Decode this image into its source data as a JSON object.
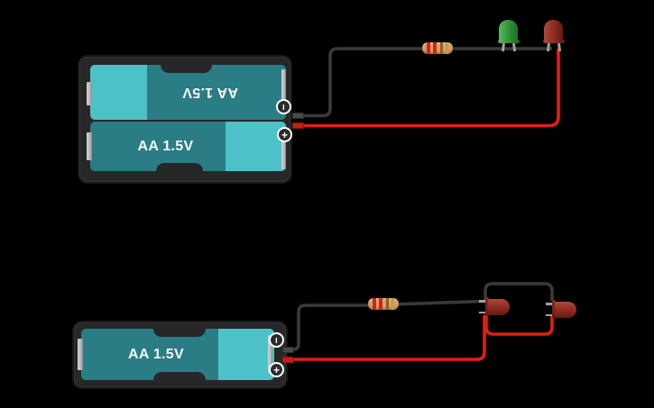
{
  "colors": {
    "canvas_bg": "#000000",
    "holder_body": "#272727",
    "holder_edge": "#171717",
    "battery_teal": "#2a7d85",
    "battery_cap": "#4cc2c8",
    "battery_text": "#f5f5f5",
    "contact_metal": "#bcbcbc",
    "wire_black": "#3a3a3a",
    "wire_red": "#e01f15",
    "lead_gray": "#a0a0a0",
    "resistor_body": "#d5a260",
    "resistor_band_1": "#c7291d",
    "resistor_band_2": "#c7291d",
    "resistor_band_3": "#8f5a33",
    "resistor_band_4": "#c59a4a",
    "led_green": "#2f9135",
    "led_green_hi": "#5cb85f",
    "led_green_dark": "#1e6d26",
    "led_red": "#8e2a21",
    "led_red_hi": "#a84a3c",
    "led_red_dark": "#5f1a12",
    "terminal_fill": "#2b2b2b",
    "terminal_stroke": "#ffffff",
    "pin_black": "#4a4a4a",
    "pin_red": "#c22017"
  },
  "top_circuit": {
    "battery_pack": {
      "type": "2x AA battery holder",
      "label_top": "AA 1.5V",
      "label_bottom": "AA 1.5V",
      "negative_glyph": "−",
      "positive_glyph": "+"
    },
    "resistor": {
      "bands": [
        "red",
        "red",
        "brown",
        "gold"
      ]
    },
    "led_left": {
      "color": "green"
    },
    "led_right": {
      "color": "red"
    }
  },
  "bottom_circuit": {
    "battery_holder": {
      "type": "1x AA battery holder",
      "label": "AA 1.5V",
      "negative_glyph": "−",
      "positive_glyph": "+"
    },
    "resistor": {
      "bands": [
        "red",
        "red",
        "brown",
        "gold"
      ]
    },
    "led_left": {
      "color": "red"
    },
    "led_right": {
      "color": "red"
    }
  }
}
